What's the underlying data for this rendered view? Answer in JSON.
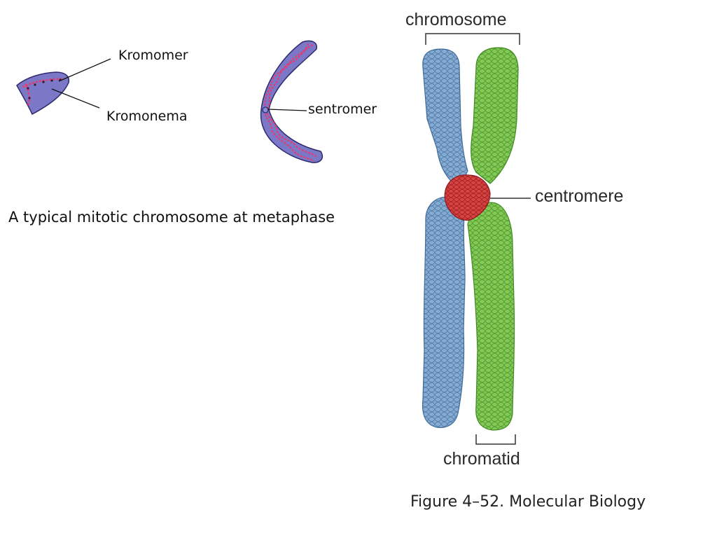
{
  "labels": {
    "kromomer": "Kromomer",
    "kromonema": "Kromonema",
    "sentromer": "sentromer",
    "caption": "A typical mitotic chromosome at metaphase",
    "chromosome": "chromosome",
    "centromere": "centromere",
    "chromatid": "chromatid",
    "figure_credit": "Figure 4–52. Molecular Biology"
  },
  "colors": {
    "chromatid_blue": "#7ea6cf",
    "chromatid_green": "#7cc24e",
    "centromere_red": "#d13b3b",
    "small_chromosome_fill": "#7b78c8",
    "kromonema_strand": "#e8396f"
  }
}
